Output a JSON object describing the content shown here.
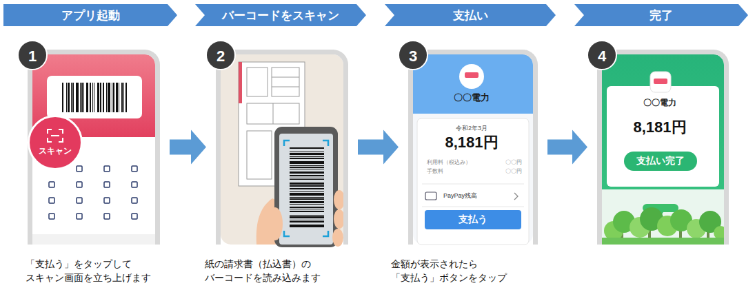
{
  "diagram": {
    "nodes": [
      {
        "text": [
          "アプリ起動"
        ]
      },
      {
        "text": [
          "バーコードをスキャン"
        ]
      },
      {
        "text": [
          "支払い"
        ]
      },
      {
        "text": [
          "完了"
        ]
      },
      {
        "text": [
          "1"
        ]
      },
      {
        "text": [
          "スキャン"
        ],
        "in": 4
      },
      {
        "text": [
          "2"
        ]
      },
      {
        "text": [
          "3",
          "〇〇電力",
          "令和2年3月",
          "8,181円",
          "利用料（税込み）",
          "〇〇円",
          "手数料",
          "〇〇円",
          "PayPay残高"
        ]
      },
      {
        "text": [
          "支払う"
        ],
        "in": 7
      },
      {
        "text": [
          "4",
          "〇〇電力",
          "8,181円"
        ]
      },
      {
        "text": [
          "支払い完了"
        ],
        "in": 9
      }
    ],
    "edges": [
      {
        "from": 4,
        "to": 6,
        "arrow": "to"
      },
      {
        "from": 6,
        "to": 7,
        "arrow": "to"
      },
      {
        "from": 7,
        "to": 9,
        "arrow": "to"
      }
    ],
    "labels": [
      "「支払う」をタップして スキャン画面を立ち上げます",
      "紙の請求書（払込書）の バーコードを読み込みます",
      "金額が表示されたら 「支払う」ボタンをタップ"
    ]
  }
}
